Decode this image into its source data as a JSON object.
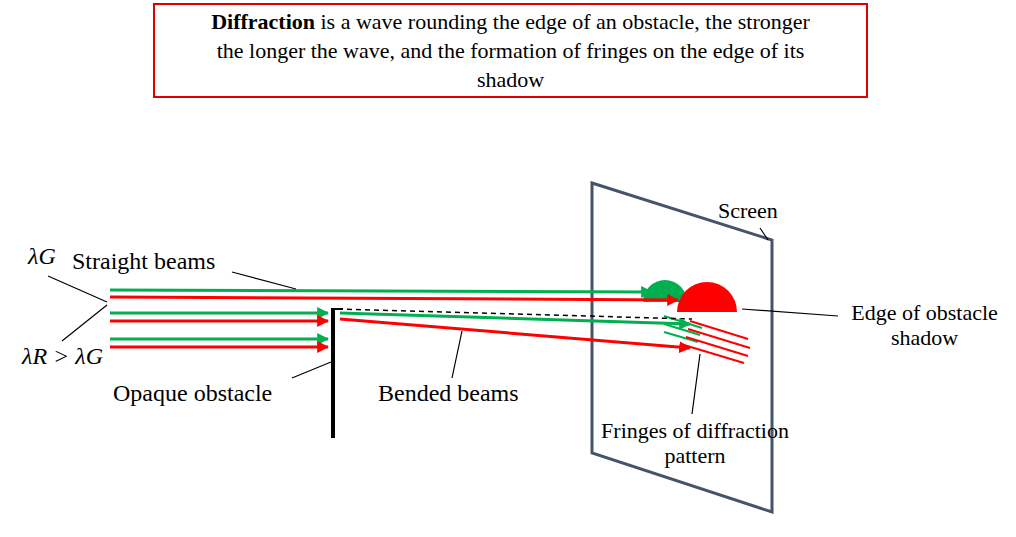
{
  "diagram": {
    "nodes": [
      {
        "text": [
          "Diffraction",
          "is a wave rounding the edge of an obstacle, the stronger the longer the wave, and the formation of fringes on the edge of its shadow"
        ]
      }
    ],
    "labels": [
      "λG",
      "Straight beams",
      "λR > λG",
      "Opaque obstacle",
      "Bended beams",
      "Screen",
      "Edge of obstacle shadow",
      "Fringes of diffraction pattern"
    ]
  }
}
